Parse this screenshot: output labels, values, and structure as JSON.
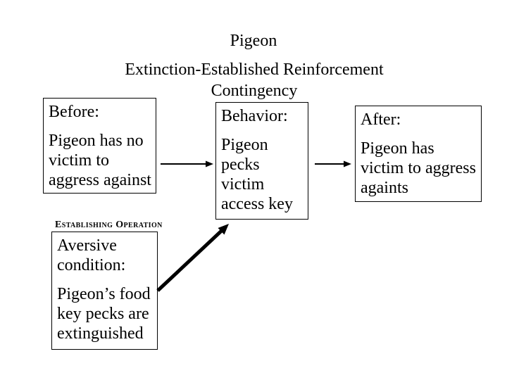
{
  "title": "Pigeon",
  "subtitle": {
    "line1": "Extinction-Established Reinforcement",
    "line2": "Contingency"
  },
  "boxes": {
    "before": {
      "heading": "Before:",
      "lines": [
        "Pigeon has no",
        "victim to",
        "aggress against"
      ]
    },
    "behavior": {
      "heading": "Behavior:",
      "lines": [
        "Pigeon",
        "pecks",
        "victim",
        "access key"
      ]
    },
    "after": {
      "heading": "After:",
      "lines": [
        "Pigeon has",
        "victim to aggress",
        "againts"
      ]
    },
    "aversive": {
      "heading_lines": [
        "Aversive",
        "condition:"
      ],
      "lines": [
        "Pigeon’s food",
        "key pecks are",
        "extinguished"
      ]
    }
  },
  "establishing_operation_label": "Establishing Operation",
  "arrows": [
    {
      "name": "before-to-behavior",
      "direction": "right"
    },
    {
      "name": "behavior-to-after",
      "direction": "right"
    },
    {
      "name": "aversive-to-behavior",
      "direction": "up-right",
      "style": "thick"
    }
  ],
  "colors": {
    "background": "#ffffff",
    "text": "#000000",
    "border": "#000000",
    "arrow": "#000000"
  }
}
